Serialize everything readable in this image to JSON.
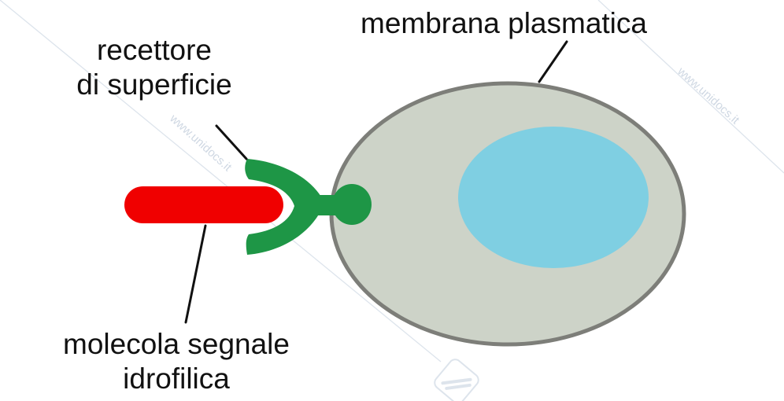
{
  "labels": {
    "membrane": "membrana plasmatica",
    "receptor_line1": "recettore",
    "receptor_line2": "di superficie",
    "molecule_line1": "molecola segnale",
    "molecule_line2": "idrofilica"
  },
  "watermark": {
    "text": "www.unidocs.it"
  },
  "colors": {
    "cell_fill": "#cdd3c8",
    "cell_stroke": "#7d7e79",
    "nucleus": "#7fcfe2",
    "receptor": "#1e9646",
    "signal_molecule": "#f00000",
    "leader_line": "#111111",
    "watermark": "#cfd8e3"
  }
}
